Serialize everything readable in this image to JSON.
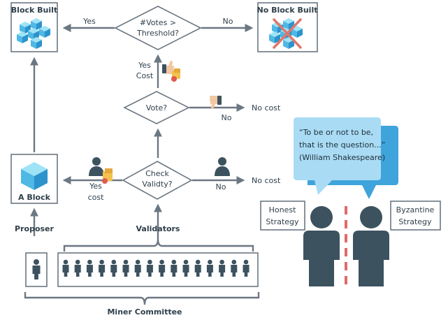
{
  "nodes": {
    "block_built": "Block Built",
    "no_block_built": "No Block Built",
    "a_block": "A Block",
    "votes_threshold_line1": "#Votes >",
    "votes_threshold_line2": "Threshold?",
    "vote": "Vote?",
    "check_validity_line1": "Check",
    "check_validity_line2": "Validty?",
    "honest_strategy_line1": "Honest",
    "honest_strategy_line2": "Strategy",
    "byzantine_strategy_line1": "Byzantine",
    "byzantine_strategy_line2": "Strategy"
  },
  "edges": {
    "yes_top": "Yes",
    "no_top": "No",
    "yes_cost_vote_1": "Yes",
    "yes_cost_vote_2": "Cost",
    "no_cost_vote": "No cost",
    "no_vote": "No",
    "yes_cost_validity_1": "Yes",
    "yes_cost_validity_2": "cost",
    "no_validity": "No",
    "no_cost_validity": "No cost"
  },
  "labels": {
    "proposer": "Proposer",
    "validators": "Validators",
    "miner_committee": "Miner Committee"
  },
  "quote": {
    "line1": "“To be or not to be,",
    "line2": "that is the question...”",
    "line3": "(William Shakespeare)"
  },
  "colors": {
    "line": "#6b7782",
    "person": "#3c525f",
    "cube_light": "#9fe3f7",
    "cube_mid": "#4fb8e4",
    "cube_dark": "#2c93cc",
    "bubble_back": "#3fa3dc",
    "bubble_front": "#a9dcf4",
    "divider": "#e06a6a"
  },
  "icons": {
    "block": "cube-icon",
    "chain": "cube-cluster-icon",
    "cancel": "cross-icon",
    "thumbs_up": "thumbs-up-icon",
    "thumbs_down": "thumbs-down-icon",
    "coins": "coins-icon",
    "person": "person-icon"
  }
}
